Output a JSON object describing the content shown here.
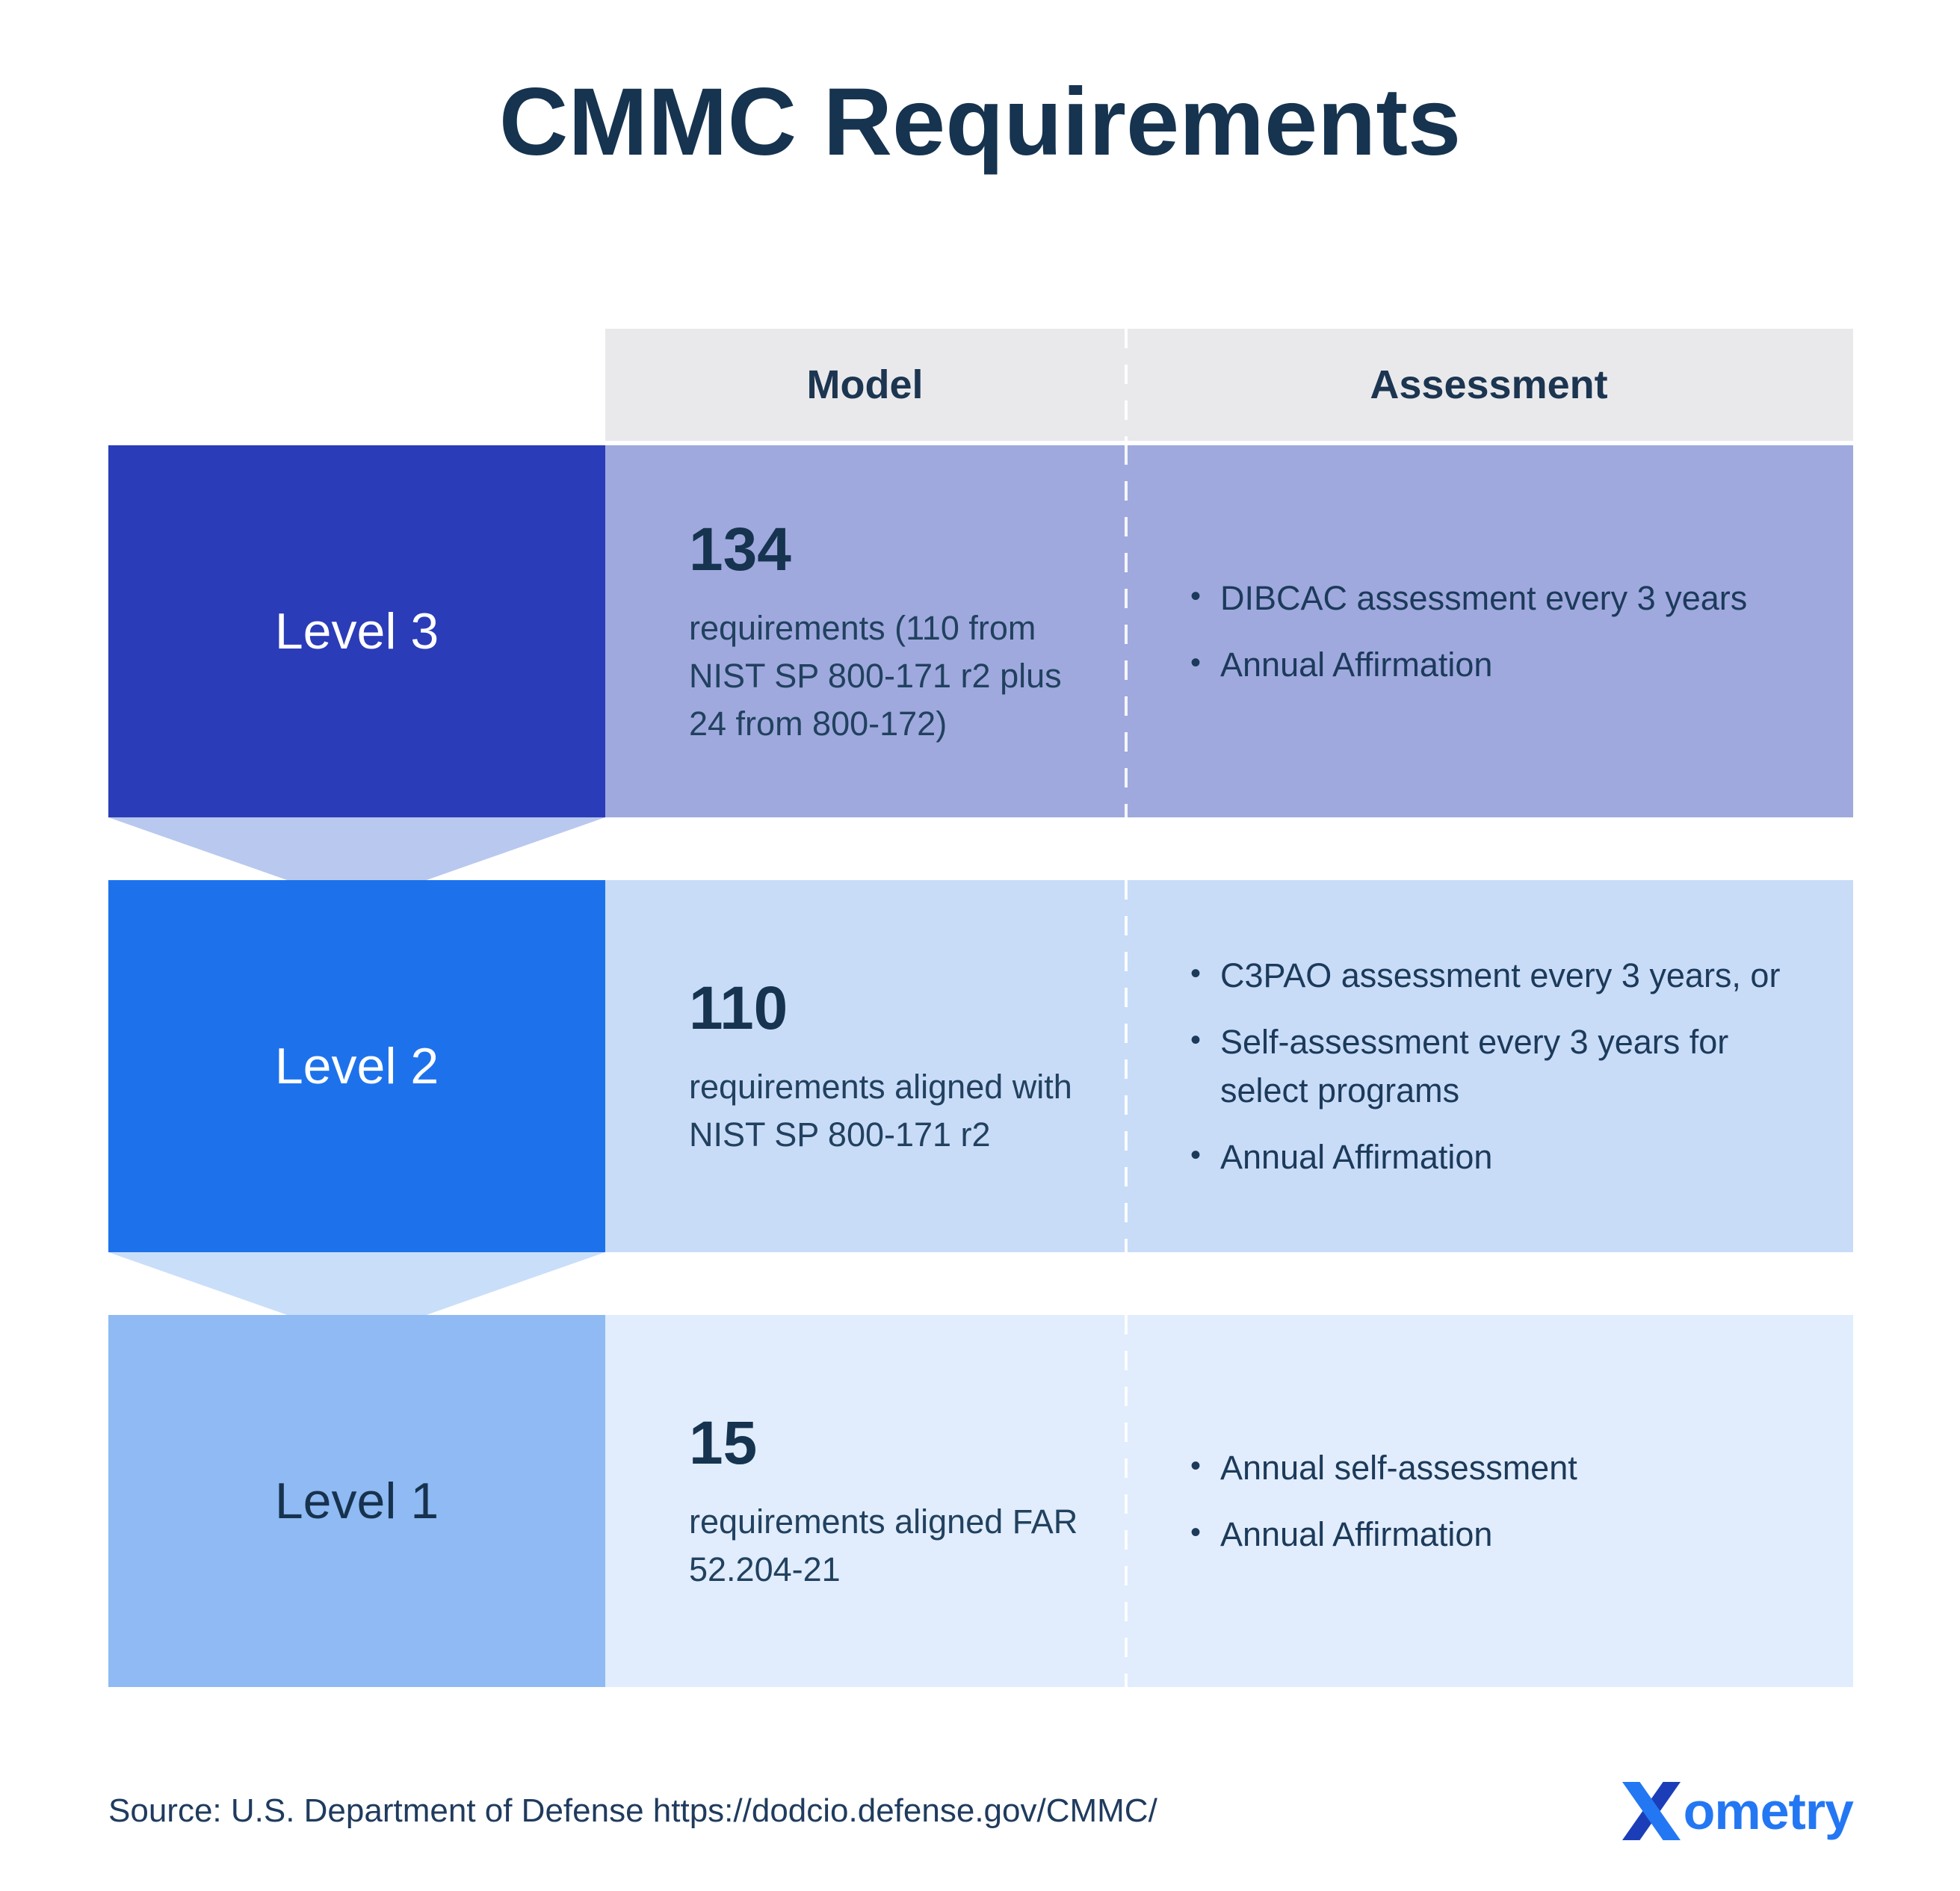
{
  "title": "CMMC Requirements",
  "table": {
    "columns": [
      "Model",
      "Assessment"
    ],
    "rows": [
      {
        "level": "Level 3",
        "count": "134",
        "model_desc": "requirements (110 from NIST SP 800-171 r2 plus 24 from 800-172)",
        "assessment": [
          "DIBCAC assessment every 3 years",
          "Annual Affirmation"
        ]
      },
      {
        "level": "Level 2",
        "count": "110",
        "model_desc": "requirements aligned with NIST SP 800-171 r2",
        "assessment": [
          "C3PAO assessment every 3 years, or",
          "Self-assessment every 3 years for select programs",
          "Annual Affirmation"
        ]
      },
      {
        "level": "Level 1",
        "count": "15",
        "model_desc": "requirements aligned FAR 52.204-21",
        "assessment": [
          "Annual self-assessment",
          "Annual Affirmation"
        ]
      }
    ]
  },
  "footer": {
    "source": "Source: U.S. Department of Defense https://dodcio.defense.gov/CMMC/",
    "logo_wordmark": "ometry"
  },
  "colors": {
    "level3_box": "#2B3CB8",
    "level3_row": "#9FA9DE",
    "level2_box": "#1D72EC",
    "level2_row": "#C8DCF8",
    "level1_box": "#8FBAF3",
    "level1_row": "#E1EDFC",
    "header_bg": "#E9E9EC",
    "title_text": "#16334F",
    "body_text": "#1C3A5A",
    "funnel_top": "#B9C8EF",
    "funnel_bottom": "#C9DEF9",
    "logo_light_blue": "#2477F3",
    "logo_dark_blue": "#1B3EB8"
  }
}
